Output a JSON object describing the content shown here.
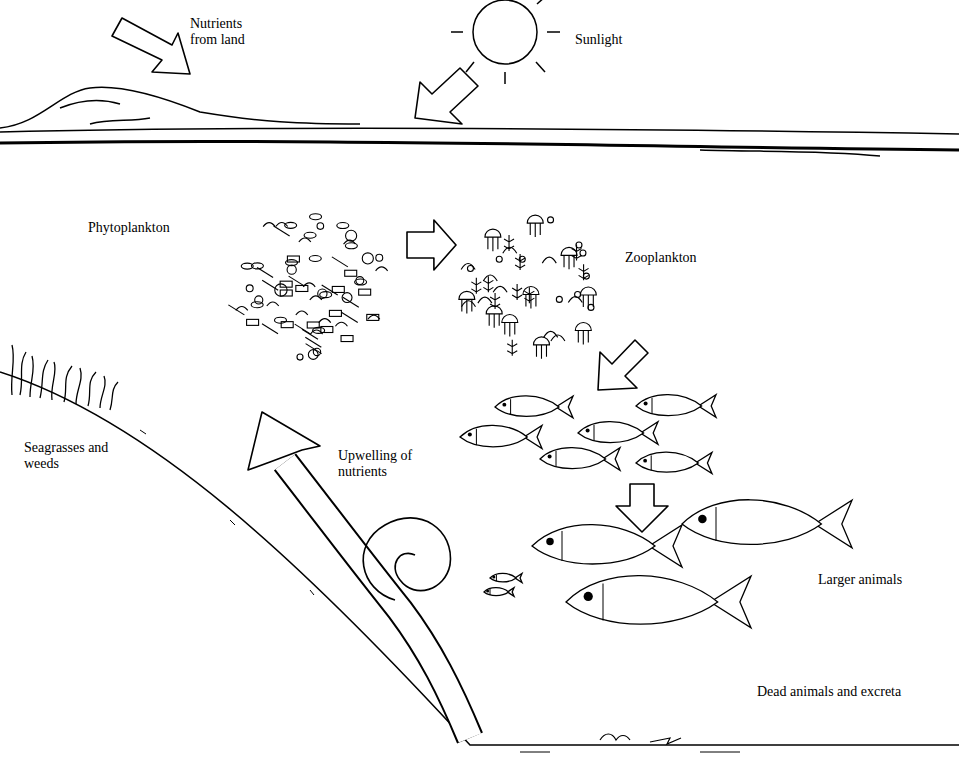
{
  "diagram": {
    "nodes": [
      {
        "text": [
          "Phytoplankton"
        ]
      },
      {
        "text": [
          "Zooplankton"
        ]
      }
    ],
    "edges": [
      {
        "from": 0,
        "to": 1,
        "arrow": "to"
      }
    ],
    "labels": [
      "Nutrients from land",
      "Sunlight",
      "Seagrasses and weeds",
      "Upwelling of nutrients",
      "Larger animals",
      "Dead animals and excreta"
    ]
  }
}
